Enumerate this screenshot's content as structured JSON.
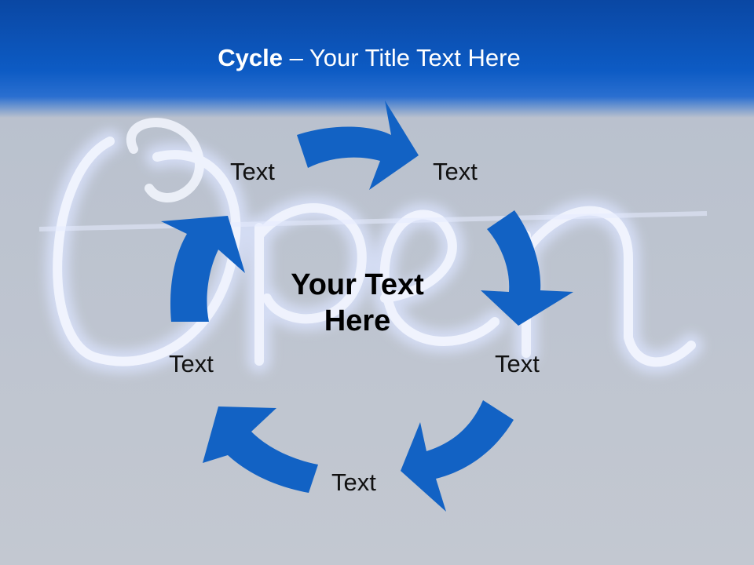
{
  "title": {
    "bold": "Cycle",
    "rest": " – Your Title Text Here"
  },
  "center_text": [
    "Your Text",
    "Here"
  ],
  "steps": [
    "Text",
    "Text",
    "Text",
    "Text",
    "Text"
  ],
  "colors": {
    "accent": "#1262c4",
    "header": "#0d5bc4",
    "background": "#bcc3cf",
    "neon": "#eef3ff"
  }
}
